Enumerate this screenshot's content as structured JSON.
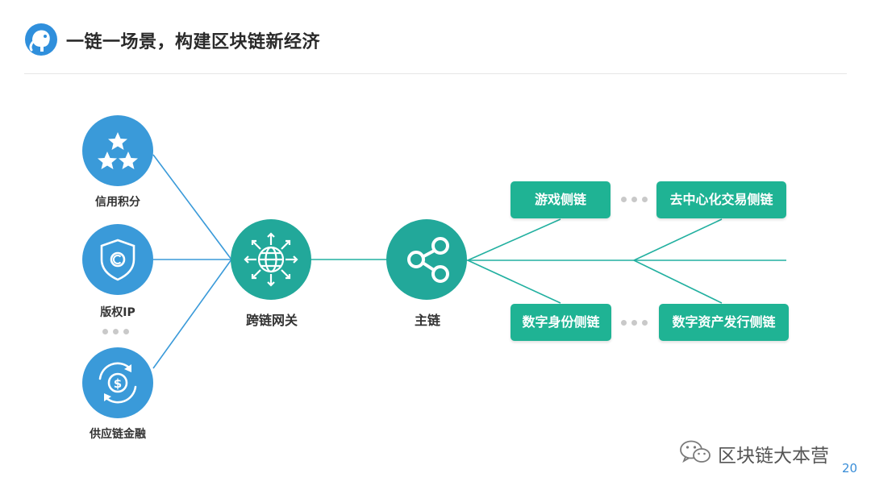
{
  "header": {
    "title": "一链一场景，构建区块链新经济",
    "logo_icon": "elephant-logo-icon"
  },
  "colors": {
    "node_blue": "#3a9ad9",
    "node_teal": "#22a89a",
    "chain_green": "#1fb394",
    "line_blue": "#3a9ad9",
    "line_teal": "#22b0a0"
  },
  "scenarios": [
    {
      "label": "信用积分",
      "icon": "stars-icon"
    },
    {
      "label": "版权IP",
      "icon": "copyright-shield-icon"
    },
    {
      "label": "供应链金融",
      "icon": "dollar-cycle-icon"
    }
  ],
  "gateway": {
    "label": "跨链网关",
    "icon": "globe-network-icon"
  },
  "main_chain": {
    "label": "主链",
    "icon": "share-icon"
  },
  "side_chains": {
    "top_left": "游戏侧链",
    "top_right": "去中心化交易侧链",
    "bottom_left": "数字身份侧链",
    "bottom_right": "数字资产发行侧链"
  },
  "footer": {
    "brand": "区块链大本营",
    "page_number": "20",
    "brand_icon": "wechat-icon"
  }
}
